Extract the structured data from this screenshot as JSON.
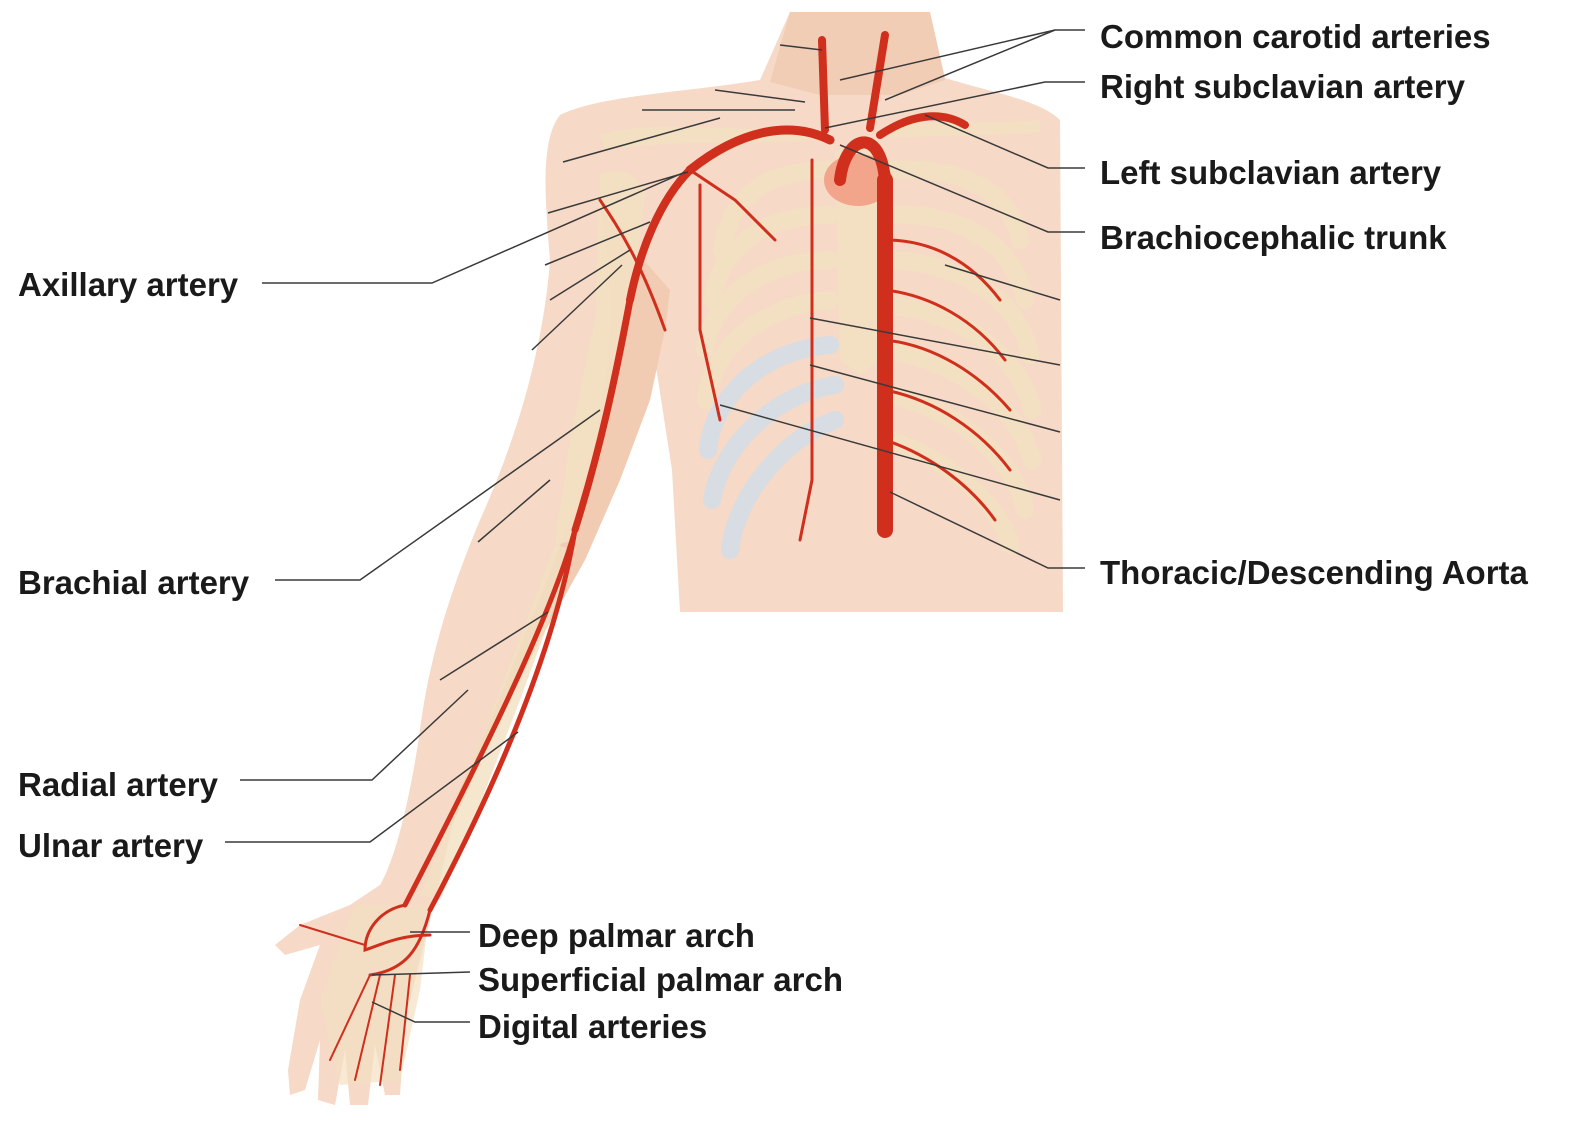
{
  "labels": {
    "common_carotid": "Common carotid arteries",
    "right_subclavian": "Right subclavian artery",
    "left_subclavian": "Left subclavian artery",
    "brachiocephalic": "Brachiocephalic trunk",
    "thoracic_aorta": "Thoracic/Descending Aorta",
    "axillary": "Axillary artery",
    "brachial": "Brachial artery",
    "radial": "Radial artery",
    "ulnar": "Ulnar artery",
    "deep_palmar": "Deep palmar arch",
    "superficial_palmar": "Superficial palmar arch",
    "digital": "Digital arteries"
  },
  "colors": {
    "skin": "#f6d9c6",
    "skin_shadow": "#eec3a6",
    "bone": "#f3e0c2",
    "cartilage": "#d7dde3",
    "artery": "#cf2f1c",
    "artery_dark": "#a81e10",
    "heart": "#f2a58a",
    "leader": "#3a3a3a",
    "text": "#1a1a1a"
  }
}
